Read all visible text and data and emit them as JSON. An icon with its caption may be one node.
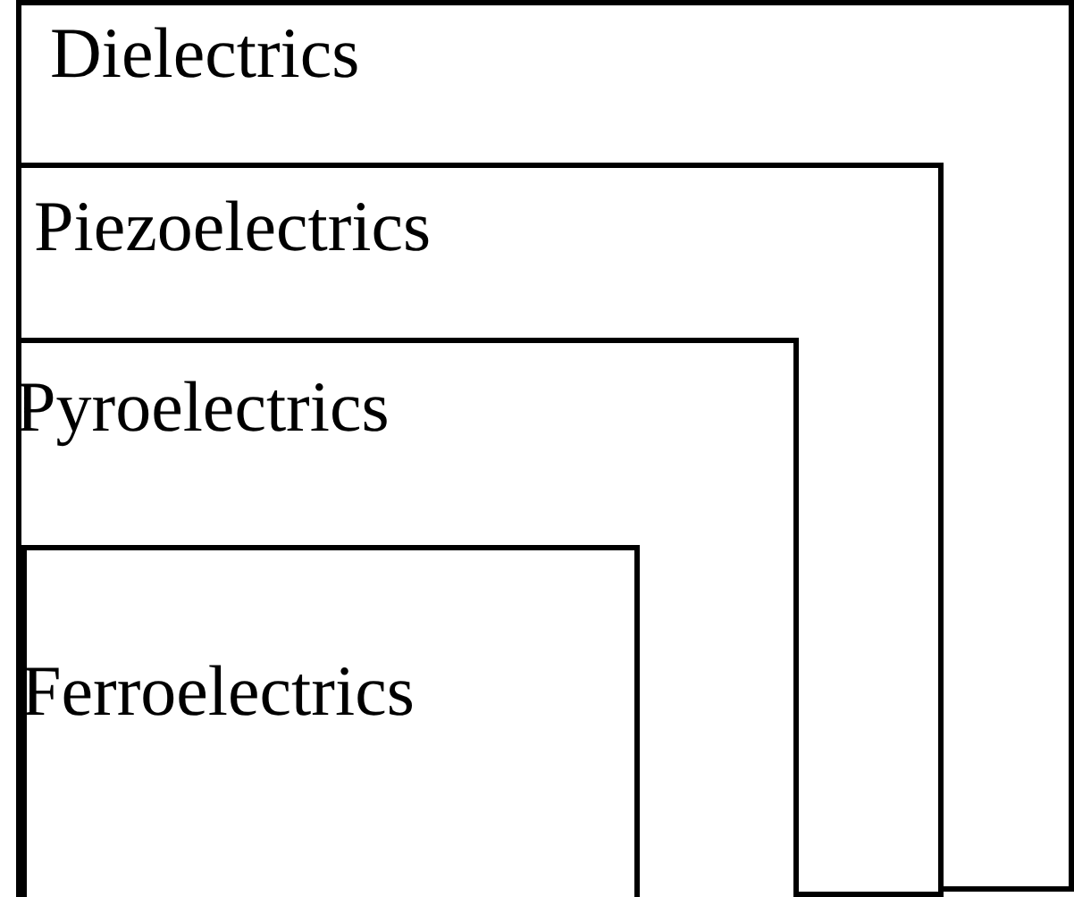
{
  "diagram": {
    "nodes": [
      {
        "text": [
          "Dielectrics"
        ]
      },
      {
        "text": [
          "Piezoelectrics"
        ],
        "in": 0
      },
      {
        "text": [
          "Pyroelectrics"
        ],
        "in": 1
      },
      {
        "text": [
          "Ferroelectrics"
        ],
        "in": 2
      }
    ]
  }
}
